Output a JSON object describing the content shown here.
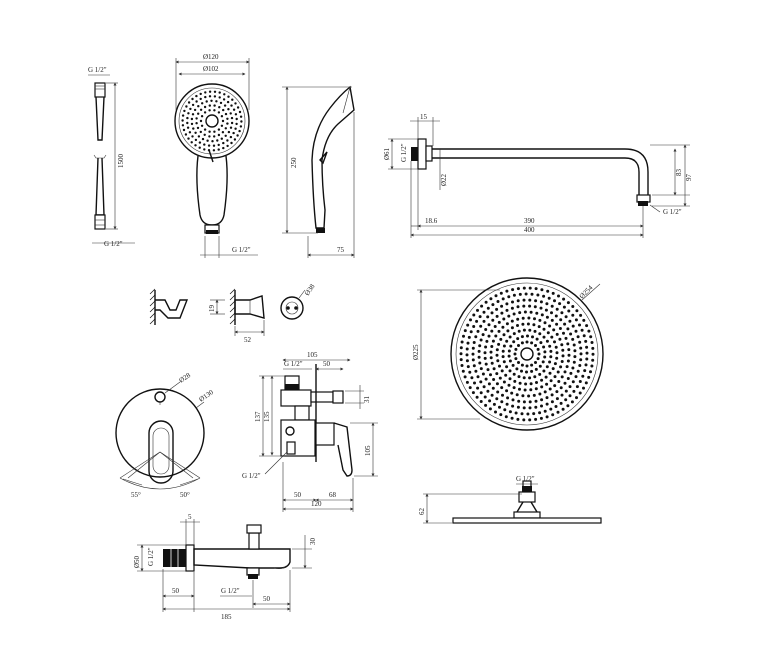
{
  "hose": {
    "top_thread": "G 1/2\"",
    "length": "1500",
    "bottom_thread": "G 1/2\""
  },
  "hand_shower_front": {
    "outer_dia": "Ø120",
    "inner_dia": "Ø102",
    "thread": "G 1/2\""
  },
  "hand_shower_side": {
    "height": "250",
    "depth": "75"
  },
  "shower_arm": {
    "flange_dia": "Ø61",
    "thread_in": "G 1/2\"",
    "offset": "15",
    "pipe_dia": "Ø22",
    "wall": "18.6",
    "reach": "390",
    "total": "400",
    "h1": "83",
    "h2": "97",
    "thread_out": "G 1/2\""
  },
  "holder": {
    "h": "19",
    "w": "52",
    "dia": "Ø38"
  },
  "overhead": {
    "head_dia": "Ø254",
    "plate": "Ø225",
    "thread": "G 1/2\"",
    "height": "62"
  },
  "mixer_front": {
    "knob_dia": "Ø28",
    "plate_dia": "Ø130",
    "angle_left": "55°",
    "angle_right": "50°"
  },
  "mixer_side": {
    "top_w": "105",
    "thread1": "G 1/2\"",
    "d1": "50",
    "h_total": "137",
    "h2": "135",
    "h3": "31",
    "h4": "105",
    "thread2": "G 1/2\"",
    "b1": "50",
    "b2": "68",
    "b3": "120"
  },
  "spout": {
    "lip": "5",
    "dia": "Ø50",
    "thread": "G 1/2\"",
    "h": "30",
    "d1": "50",
    "d2": "50",
    "total": "185",
    "thread_bottom": "G 1/2\""
  }
}
